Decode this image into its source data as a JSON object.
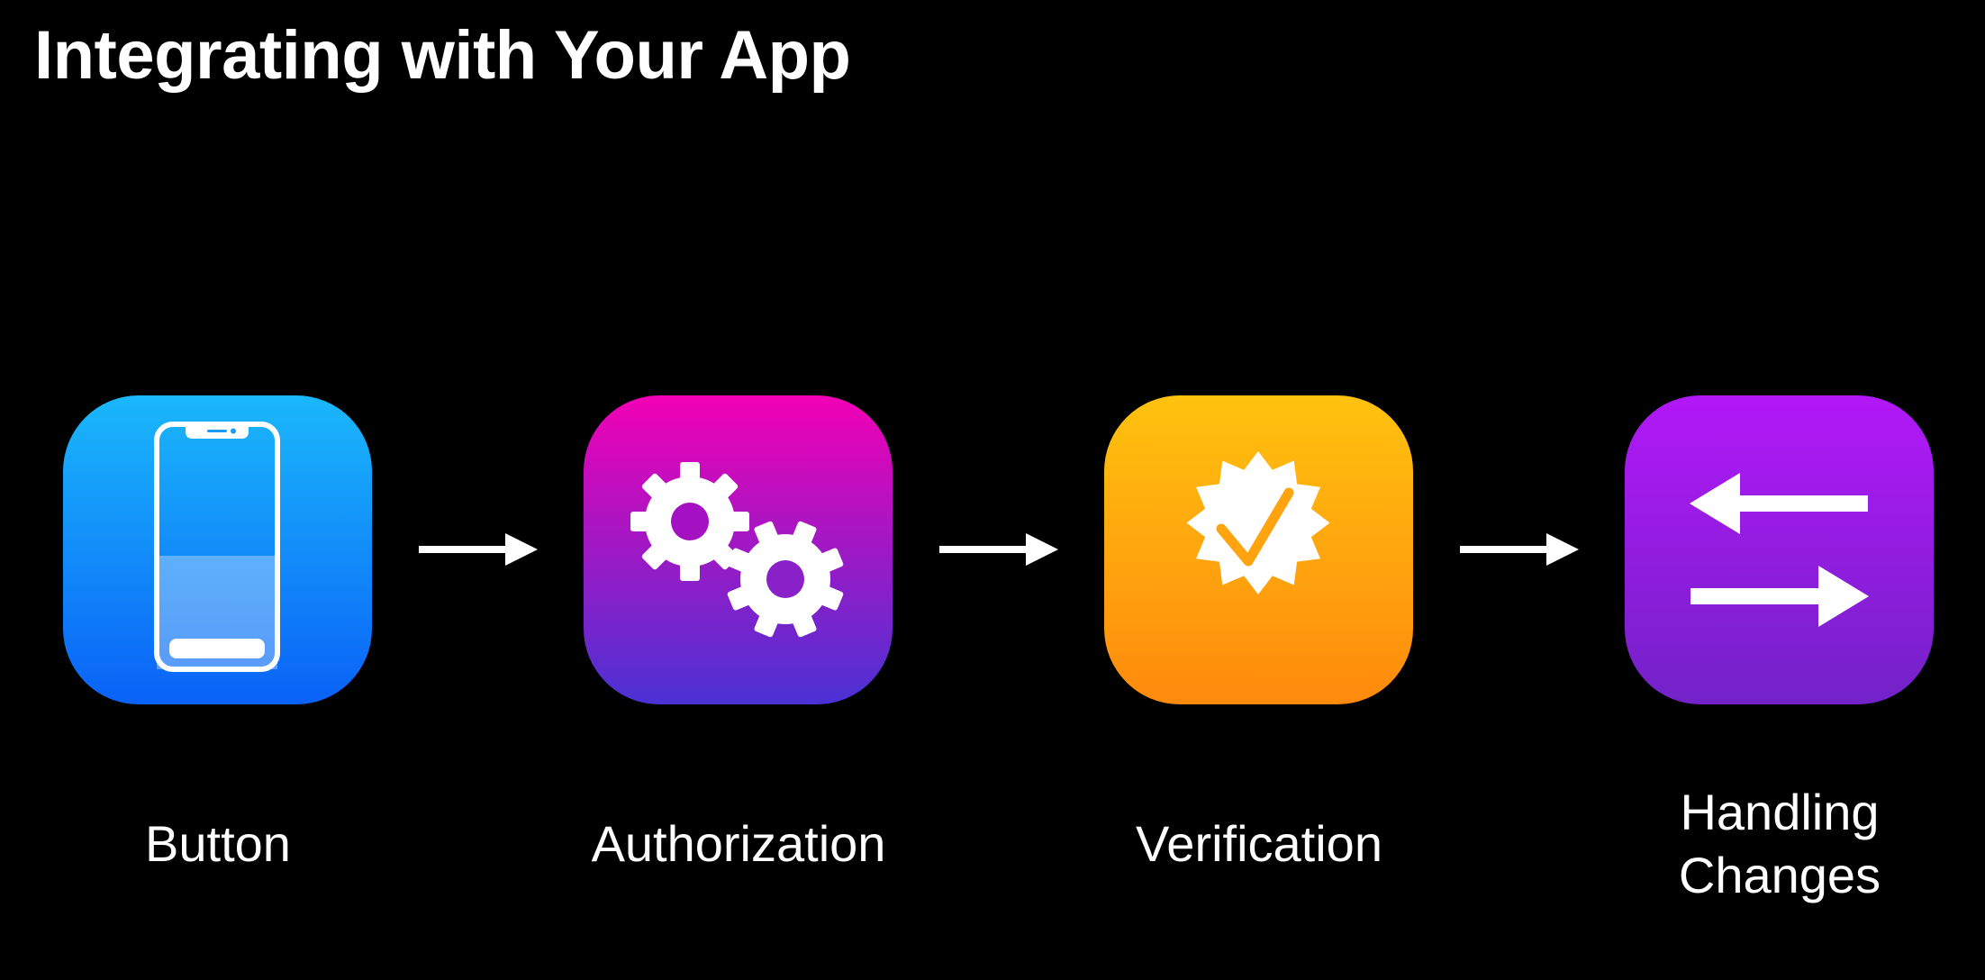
{
  "slide": {
    "title": "Integrating with Your App"
  },
  "steps": [
    {
      "label_lines": [
        "Button"
      ],
      "icon": "iphone-icon",
      "gradient": [
        "#1ab8fb",
        "#0a62f7"
      ]
    },
    {
      "label_lines": [
        "Authorization"
      ],
      "icon": "gears-icon",
      "gradient": [
        "#f200b5",
        "#4a32d4"
      ]
    },
    {
      "label_lines": [
        "Verification"
      ],
      "icon": "checkmark-seal-icon",
      "gradient": [
        "#ffc20e",
        "#ff8a0d"
      ]
    },
    {
      "label_lines": [
        "Handling",
        "Changes"
      ],
      "icon": "arrows-left-right-icon",
      "gradient": [
        "#b218f7",
        "#7222c8"
      ]
    }
  ],
  "connector_icon": "right-arrow-icon"
}
